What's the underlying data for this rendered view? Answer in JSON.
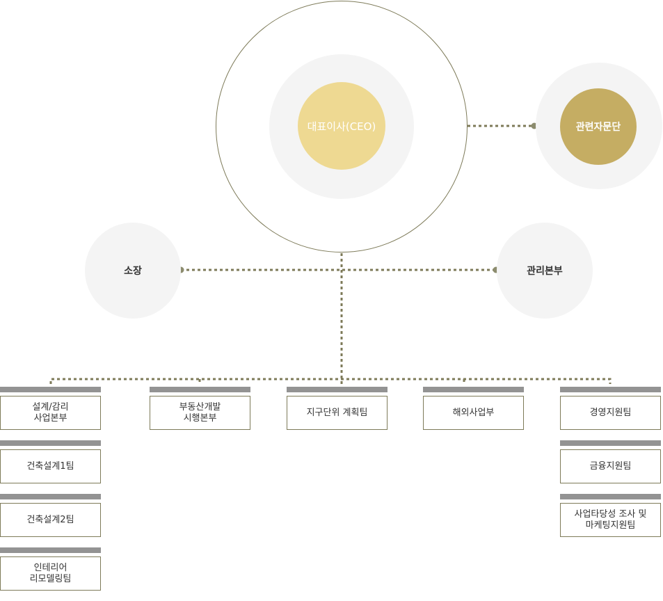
{
  "ceo": {
    "label": "대표이사(CEO)"
  },
  "advisory": {
    "label": "관련자문단"
  },
  "left_node": {
    "label": "소장"
  },
  "right_node": {
    "label": "관리본부"
  },
  "columns": [
    {
      "units": [
        "설계/감리\n사업본부",
        "건축설계1팀",
        "건축설계2팀",
        "인테리어\n리모델링팀"
      ]
    },
    {
      "units": [
        "부동산개발\n시행본부"
      ]
    },
    {
      "units": [
        "지구단위 계획팀"
      ]
    },
    {
      "units": [
        "해외사업부"
      ]
    },
    {
      "units": [
        "경영지원팀",
        "금융지원팀",
        "사업타당성 조사 및\n마케팅지원팀"
      ]
    }
  ],
  "colors": {
    "connector": "#7d7a58",
    "ceo": "#eed992",
    "advisory": "#c5ad63",
    "halo": "#f4f4f4",
    "bar": "#939393"
  }
}
